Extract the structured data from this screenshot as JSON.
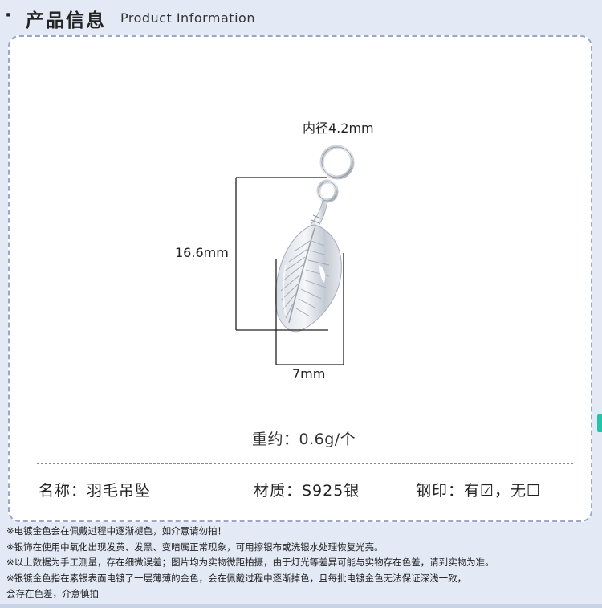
{
  "header": {
    "bullet": "·",
    "title_cn": "产品信息",
    "title_en": "Product Information"
  },
  "dimensions": {
    "inner_diameter": "内径4.2mm",
    "height": "16.6mm",
    "width": "7mm"
  },
  "weight": "重约：0.6g/个",
  "specs": {
    "name": "名称：羽毛吊坠",
    "material": "材质：S925银",
    "stamp": "钢印：有☑，无☐"
  },
  "notes": [
    "※电镀金色会在佩戴过程中逐渐褪色，如介意请勿拍！",
    "※银饰在使用中氧化出现发黄、发黑、变暗属正常现象，可用擦银布或洗银水处理恢复光亮。",
    "※以上数据为手工测量，存在细微误差；图片均为实物微距拍摄，由于灯光等差异可能与实物存在色差，请到实物为准。",
    "※银镀金色指在素银表面电镀了一层薄薄的金色，会在佩戴过程中逐渐掉色，且每批电镀金色无法保证深浅一致，",
    "会存在色差，介意慎拍"
  ],
  "colors": {
    "background": "#e3eaf5",
    "card_border": "#9aa8c6",
    "accent": "#27c2a8"
  },
  "icons": {
    "product": "silver-feather-pendant"
  }
}
